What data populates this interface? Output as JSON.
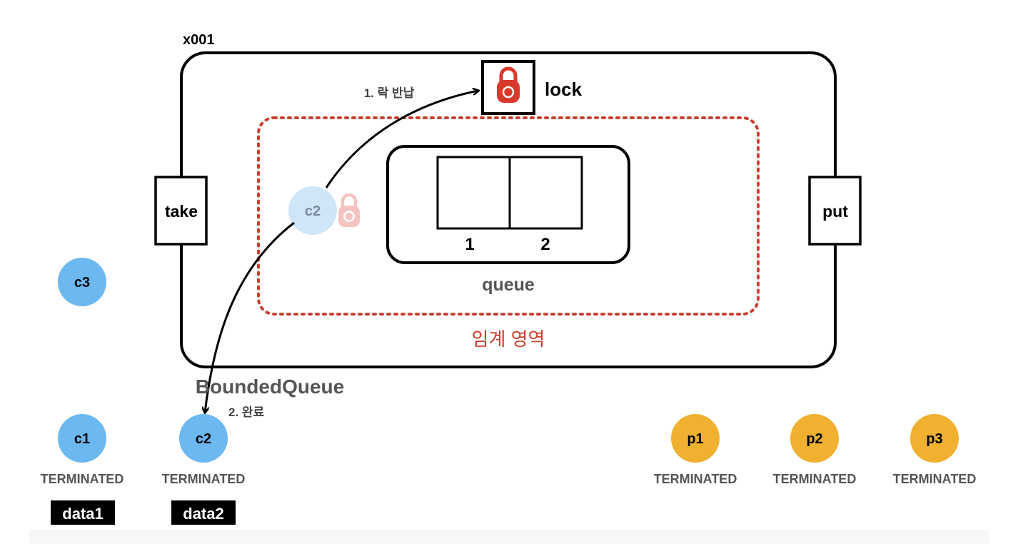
{
  "object": {
    "address": "x001",
    "name": "BoundedQueue",
    "lock_label": "lock",
    "take_label": "take",
    "put_label": "put",
    "critical_section_label": "임계 영역",
    "queue": {
      "label": "queue",
      "slots": [
        "1",
        "2"
      ]
    }
  },
  "steps": {
    "step1": "1. 락 반납",
    "step2": "2. 완료"
  },
  "ghost_thread": {
    "label": "c2"
  },
  "waiting_threads": [
    {
      "name": "c3"
    }
  ],
  "consumers": [
    {
      "name": "c1",
      "state": "TERMINATED",
      "data": "data1"
    },
    {
      "name": "c2",
      "state": "TERMINATED",
      "data": "data2"
    }
  ],
  "producers": [
    {
      "name": "p1",
      "state": "TERMINATED"
    },
    {
      "name": "p2",
      "state": "TERMINATED"
    },
    {
      "name": "p3",
      "state": "TERMINATED"
    }
  ],
  "colors": {
    "consumer": "#6cb8f0",
    "consumer_ghost": "#cfe5f8",
    "producer": "#f0b030",
    "lock_red": "#d9392b",
    "lock_ghost": "#f4c5c0",
    "critical_section": "#c8402f",
    "text_gray": "#555555",
    "footer_bg": "#f7f7f7"
  }
}
